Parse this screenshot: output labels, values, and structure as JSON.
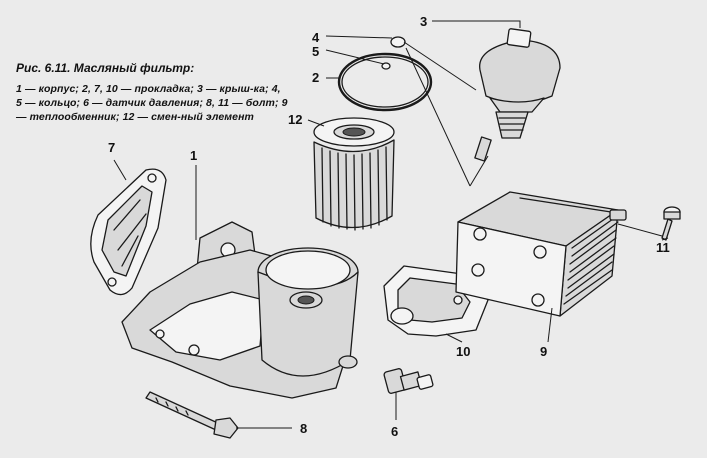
{
  "caption": {
    "title": "Рис. 6.11. Масляный фильтр:",
    "body": "1 — корпус; 2, 7, 10 — прокладка; 3 — крыш-ка; 4, 5 — кольцо; 6 — датчик давления; 8, 11 — болт; 9 — теплообменник; 12 — смен-ный элемент"
  },
  "callouts": {
    "n1": "1",
    "n2": "2",
    "n3": "3",
    "n4": "4",
    "n5": "5",
    "n6": "6",
    "n7": "7",
    "n8": "8",
    "n9": "9",
    "n10": "10",
    "n11": "11",
    "n12": "12"
  }
}
